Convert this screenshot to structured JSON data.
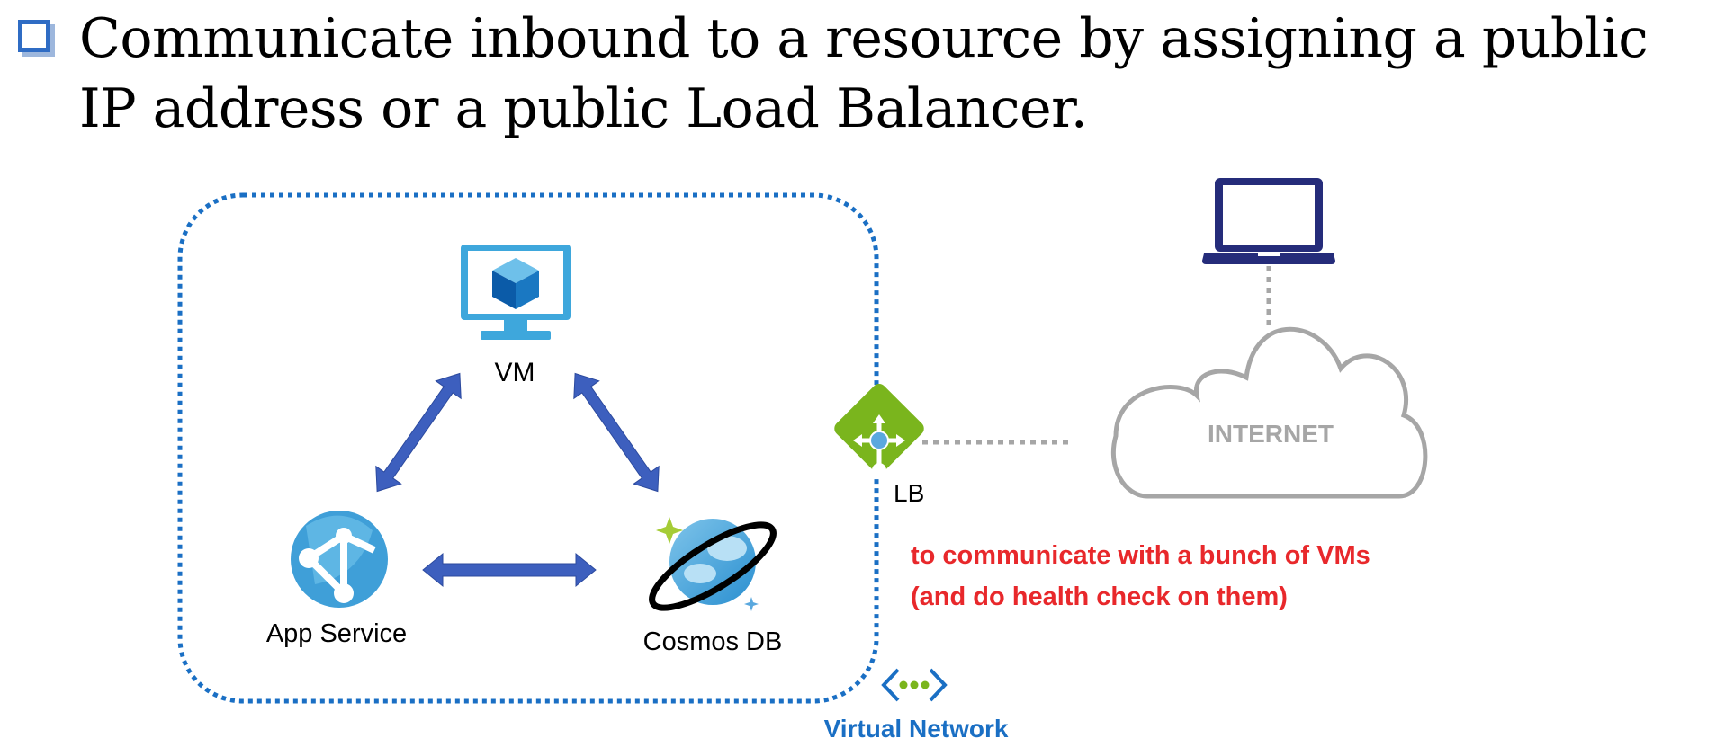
{
  "slide": {
    "title": "Communicate inbound to a resource by assigning a public IP address or a public Load Balancer."
  },
  "diagram": {
    "nodes": {
      "vm": {
        "label": "VM",
        "icon": "vm-monitor-icon"
      },
      "app_service": {
        "label": "App Service",
        "icon": "app-service-globe-icon"
      },
      "cosmos_db": {
        "label": "Cosmos DB",
        "icon": "cosmos-db-planet-icon"
      },
      "load_balancer": {
        "label": "LB",
        "icon": "load-balancer-diamond-icon"
      },
      "internet": {
        "label": "INTERNET",
        "icon": "cloud-icon"
      },
      "laptop": {
        "icon": "laptop-icon"
      }
    },
    "virtual_network": {
      "label": "Virtual Network",
      "icon": "vnet-brackets-icon"
    },
    "annotation": {
      "line1": "to communicate with a bunch of VMs",
      "line2": "(and do health check on them)"
    }
  },
  "colors": {
    "vnet_border": "#1a6fc4",
    "arrow_fill": "#3d5fbe",
    "annotation": "#e8282b",
    "vnet_label": "#1a6fc4",
    "lb_green": "#7ab51d",
    "cloud_gray": "#a6a6a6",
    "laptop_navy": "#252c7a"
  }
}
